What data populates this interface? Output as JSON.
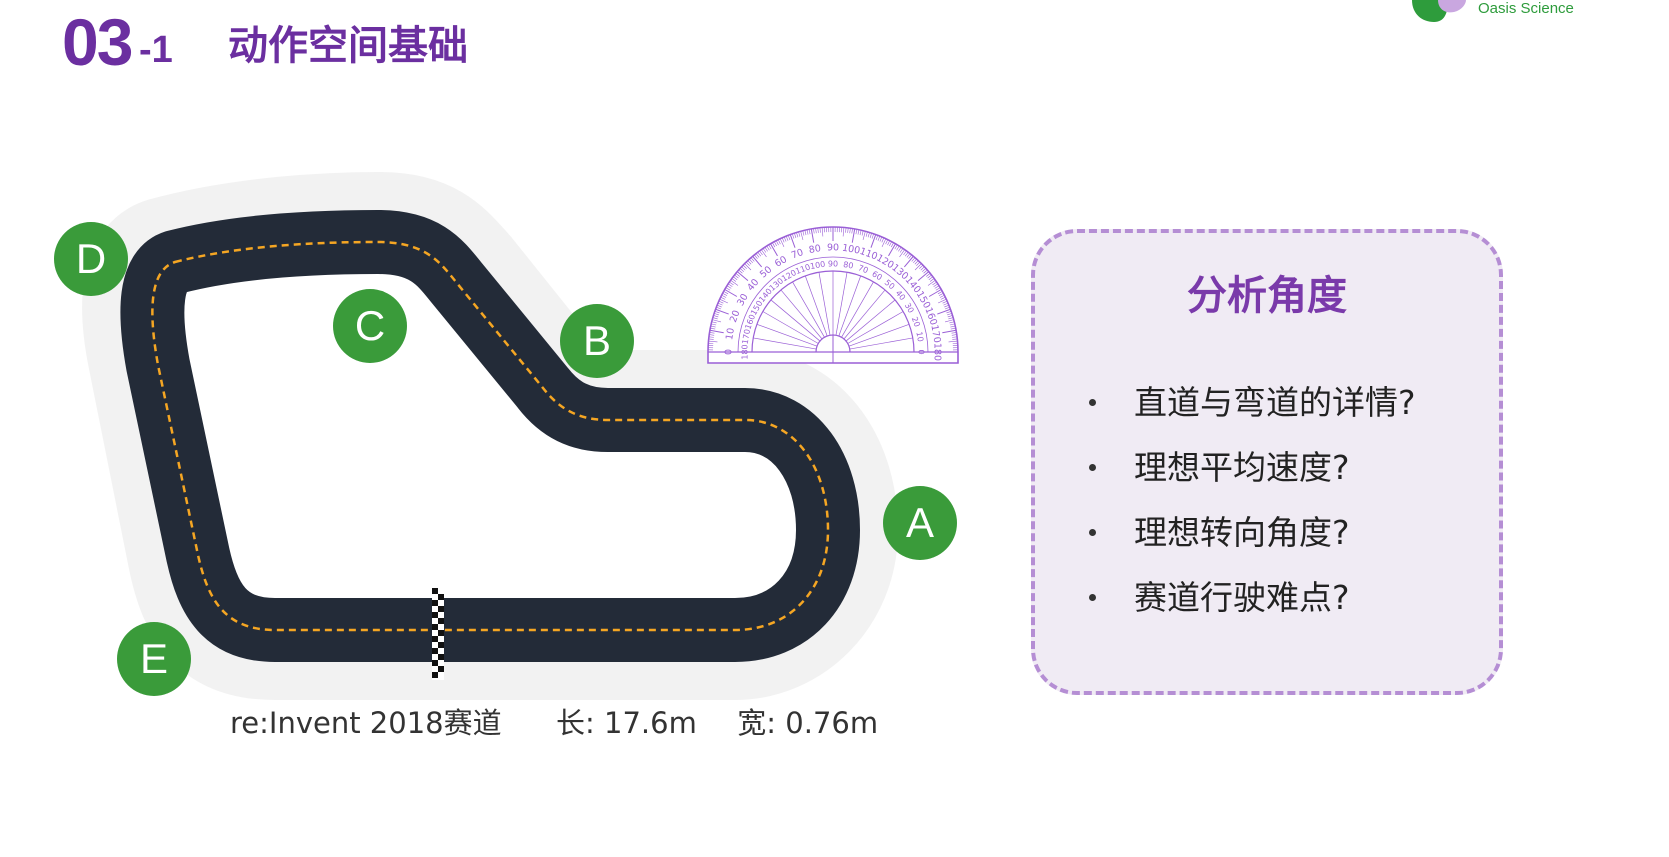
{
  "header": {
    "section_number": "03",
    "section_sub": "-1",
    "title": "动作空间基础"
  },
  "logo": {
    "text": "Oasis Science",
    "colors": {
      "green": "#2e9c3c",
      "purple": "#c9a7e0"
    }
  },
  "track": {
    "markers": [
      "A",
      "B",
      "C",
      "D",
      "E"
    ],
    "caption_name": "re:Invent 2018赛道",
    "caption_length": "长: 17.6m",
    "caption_width": "宽: 0.76m",
    "colors": {
      "road": "#232b38",
      "centerline": "#f5a623",
      "marker": "#3a9b3a"
    }
  },
  "protractor": {
    "label_center": "90",
    "outer_scale": [
      "0",
      "10",
      "20",
      "30",
      "40",
      "50",
      "60",
      "70",
      "80",
      "90",
      "100",
      "110",
      "120",
      "130",
      "140",
      "150",
      "160",
      "170",
      "180"
    ],
    "inner_scale": [
      "180",
      "170",
      "160",
      "150",
      "140",
      "130",
      "120",
      "110",
      "100",
      "90",
      "80",
      "70",
      "60",
      "50",
      "40",
      "30",
      "20",
      "10",
      "0"
    ],
    "color": "#9a5fd6"
  },
  "analysis_card": {
    "title": "分析角度",
    "items": [
      "直道与弯道的详情?",
      "理想平均速度?",
      "理想转向角度?",
      "赛道行驶难点?"
    ],
    "colors": {
      "border": "#b58ed4",
      "background": "#f0ebf4",
      "title": "#7a3aaa"
    }
  }
}
